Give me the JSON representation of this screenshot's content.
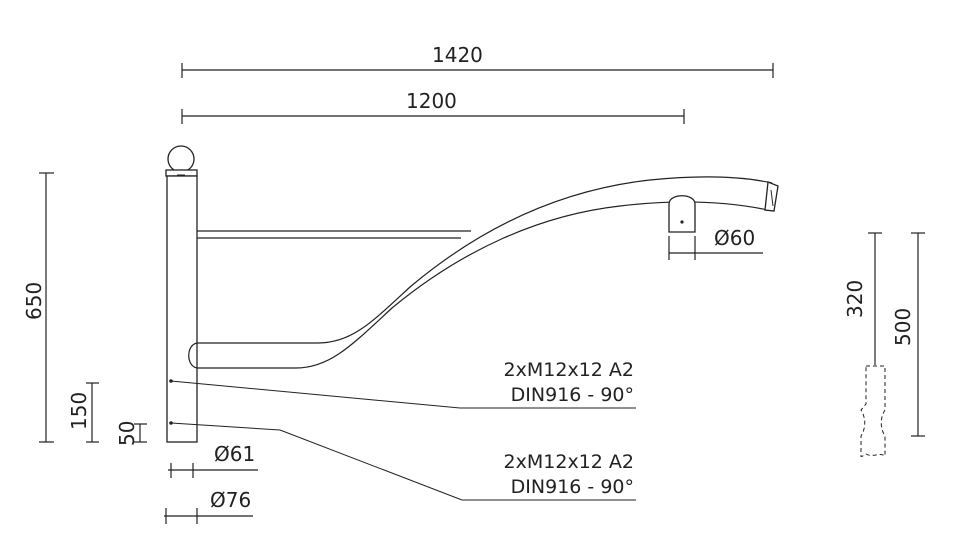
{
  "drawing": {
    "dimensions": {
      "overall_length": "1420",
      "arm_length": "1200",
      "height": "650",
      "lower_fix_height": "150",
      "bottom_fix_height": "50",
      "tube_diameter_inner": "Ø61",
      "tube_diameter_outer": "Ø76",
      "end_diameter": "Ø60",
      "detail_height_short": "320",
      "detail_height_long": "500"
    },
    "notes": {
      "upper_screw_line1": "2xM12x12 A2",
      "upper_screw_line2": "DIN916 - 90°",
      "lower_screw_line1": "2xM12x12 A2",
      "lower_screw_line2": "DIN916 - 90°"
    }
  }
}
